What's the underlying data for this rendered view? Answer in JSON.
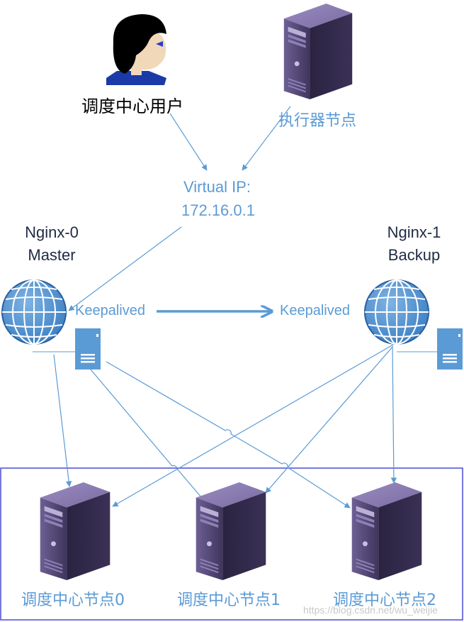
{
  "user": {
    "label": "调度中心用户"
  },
  "executor": {
    "label": "执行器节点"
  },
  "vip": {
    "line1": "Virtual IP:",
    "line2": "172.16.0.1"
  },
  "nginx0": {
    "name": "Nginx-0",
    "role": "Master",
    "keepalived": "Keepalived"
  },
  "nginx1": {
    "name": "Nginx-1",
    "role": "Backup",
    "keepalived": "Keepalived"
  },
  "nodes": [
    {
      "label": "调度中心节点0"
    },
    {
      "label": "调度中心节点1"
    },
    {
      "label": "调度中心节点2"
    }
  ],
  "watermark": "https://blog.csdn.net/wu_weijie",
  "colors": {
    "line": "#5b9bd5",
    "globe": "#5b9bd5",
    "server_dark": "#4a3f6b",
    "frame": "#4a4ad6",
    "text_dark": "#1f2a44"
  }
}
